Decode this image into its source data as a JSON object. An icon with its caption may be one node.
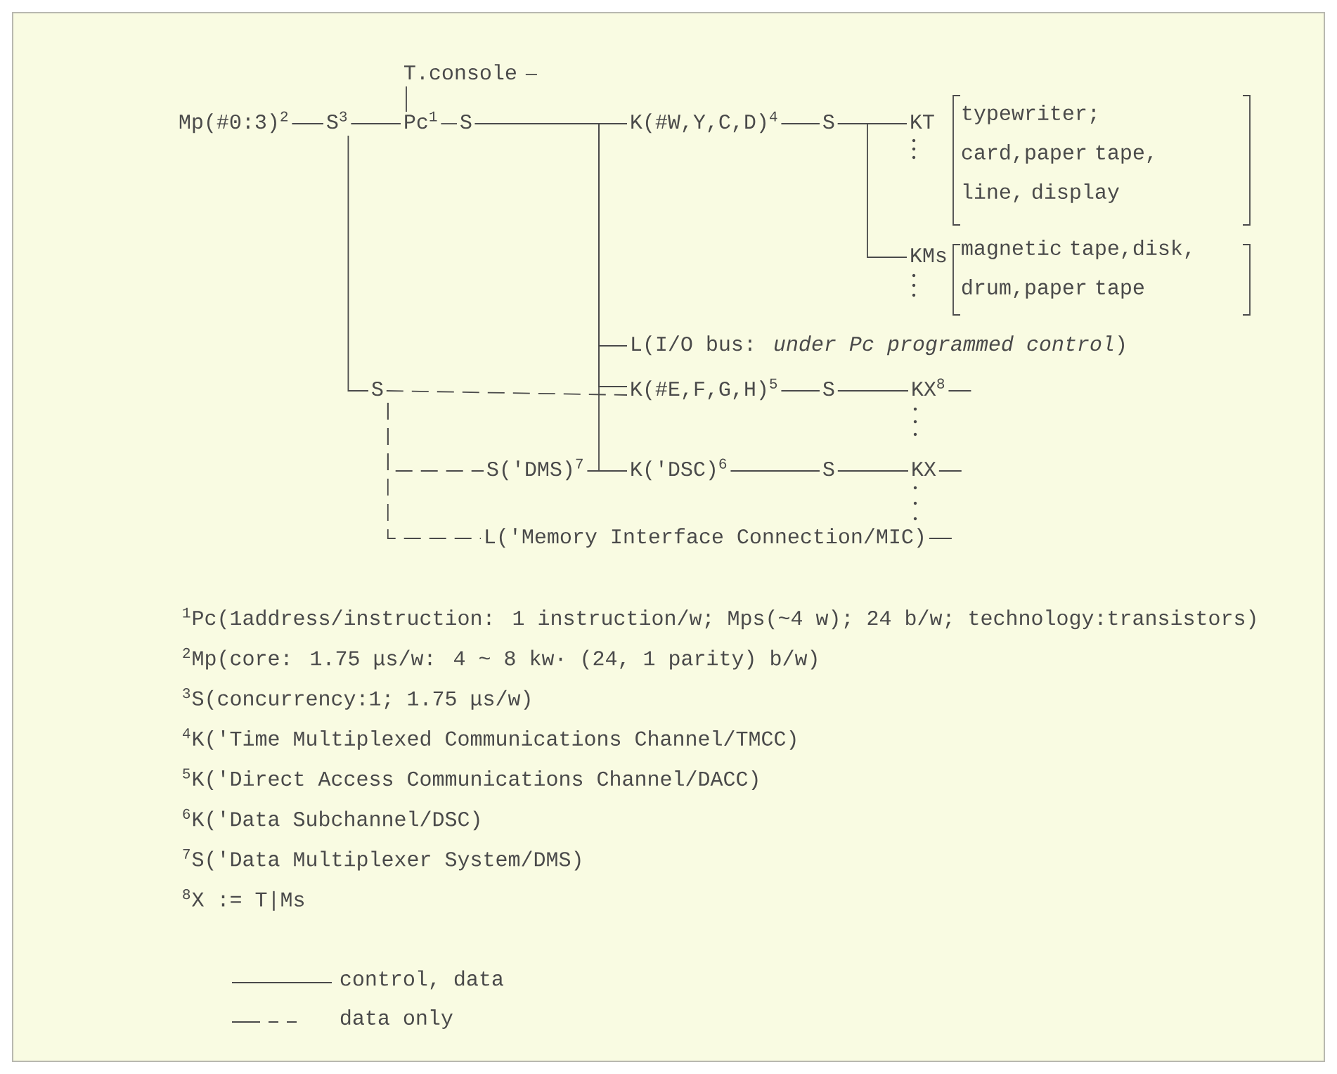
{
  "diagram": {
    "nodes": [
      {
        "text": [
          "T.console"
        ]
      },
      {
        "text": [
          "Mp(#0:3)$^{2}$"
        ]
      },
      {
        "text": [
          "S$^{3}$"
        ]
      },
      {
        "text": [
          "Pc$^{1}$"
        ]
      },
      {
        "text": [
          "S"
        ]
      },
      {
        "text": [
          "K(#W,Y,C,D)$^{4}$"
        ]
      },
      {
        "text": [
          "S"
        ]
      },
      {
        "text": [
          "KT"
        ],
        "beside": [
          "typewriter; card,paper tape, line, display"
        ]
      },
      {
        "text": [
          "KMs"
        ],
        "beside": [
          "magnetic tape,disk, drum,paper tape"
        ]
      },
      {
        "text": [
          "L(I/O bus: *under Pc programmed control*)"
        ]
      },
      {
        "text": [
          "S"
        ]
      },
      {
        "text": [
          "K(#E,F,G,H)$^{5}$"
        ]
      },
      {
        "text": [
          "S"
        ]
      },
      {
        "text": [
          "KX$^{8}$"
        ]
      },
      {
        "text": [
          "S('DMS)$^{7}$"
        ]
      },
      {
        "text": [
          "K('DSC)$^{6}$"
        ]
      },
      {
        "text": [
          "S"
        ]
      },
      {
        "text": [
          "KX"
        ]
      },
      {
        "text": [
          "L('Memory Interface Connection/MIC)"
        ]
      }
    ],
    "edges": [
      {
        "from": 0,
        "to": 3,
        "arrow": "none"
      },
      {
        "from": 1,
        "to": 2,
        "arrow": "none"
      },
      {
        "from": 2,
        "to": 3,
        "arrow": "none"
      },
      {
        "from": 3,
        "to": 4,
        "arrow": "none"
      },
      {
        "from": 4,
        "to": 5,
        "arrow": "none"
      },
      {
        "from": 5,
        "to": 6,
        "arrow": "none"
      },
      {
        "from": 6,
        "to": 7,
        "arrow": "none"
      },
      {
        "from": 6,
        "to": 8,
        "arrow": "none"
      },
      {
        "from": 4,
        "to": 9,
        "arrow": "none"
      },
      {
        "from": 4,
        "to": 11,
        "arrow": "none"
      },
      {
        "from": 4,
        "to": 15,
        "arrow": "none"
      },
      {
        "from": 2,
        "to": 10,
        "arrow": "none"
      },
      {
        "from": 10,
        "to": 11,
        "arrow": "none",
        "style": "dashed"
      },
      {
        "from": 10,
        "to": 14,
        "arrow": "none",
        "style": "dashed"
      },
      {
        "from": 10,
        "to": 18,
        "arrow": "none",
        "style": "dashed"
      },
      {
        "from": 14,
        "to": 15,
        "arrow": "none",
        "style": "dashed"
      },
      {
        "from": 11,
        "to": 12,
        "arrow": "none"
      },
      {
        "from": 12,
        "to": 13,
        "arrow": "none"
      },
      {
        "from": 15,
        "to": 16,
        "arrow": "none"
      },
      {
        "from": 16,
        "to": 17,
        "arrow": "none"
      },
      {
        "from": 13,
        "to": null,
        "arrow": "none"
      },
      {
        "from": 17,
        "to": null,
        "arrow": "none"
      },
      {
        "from": 18,
        "to": null,
        "arrow": "none"
      },
      {
        "from": 0,
        "to": null,
        "arrow": "none"
      }
    ],
    "labels": [
      "$^{1}$Pc(1address/instruction: 1 instruction/w; Mps(~4 w); 24 b/w; technology:transistors)",
      "$^{2}$Mp(core: 1.75 μs/w: 4 ~ 8 kw· (24, 1 parity) b/w)",
      "$^{3}$S(concurrency:1; 1.75 μs/w)",
      "$^{4}$K('Time Multiplexed Communications Channel/TMCC)",
      "$^{5}$K('Direct Access Communications Channel/DACC)",
      "$^{6}$K('Data Subchannel/DSC)",
      "$^{7}$S('Data Multiplexer System/DMS)",
      "$^{8}$X := T|Ms"
    ],
    "legend": [
      {
        "text": "control, data"
      },
      {
        "text": "data only"
      }
    ]
  }
}
